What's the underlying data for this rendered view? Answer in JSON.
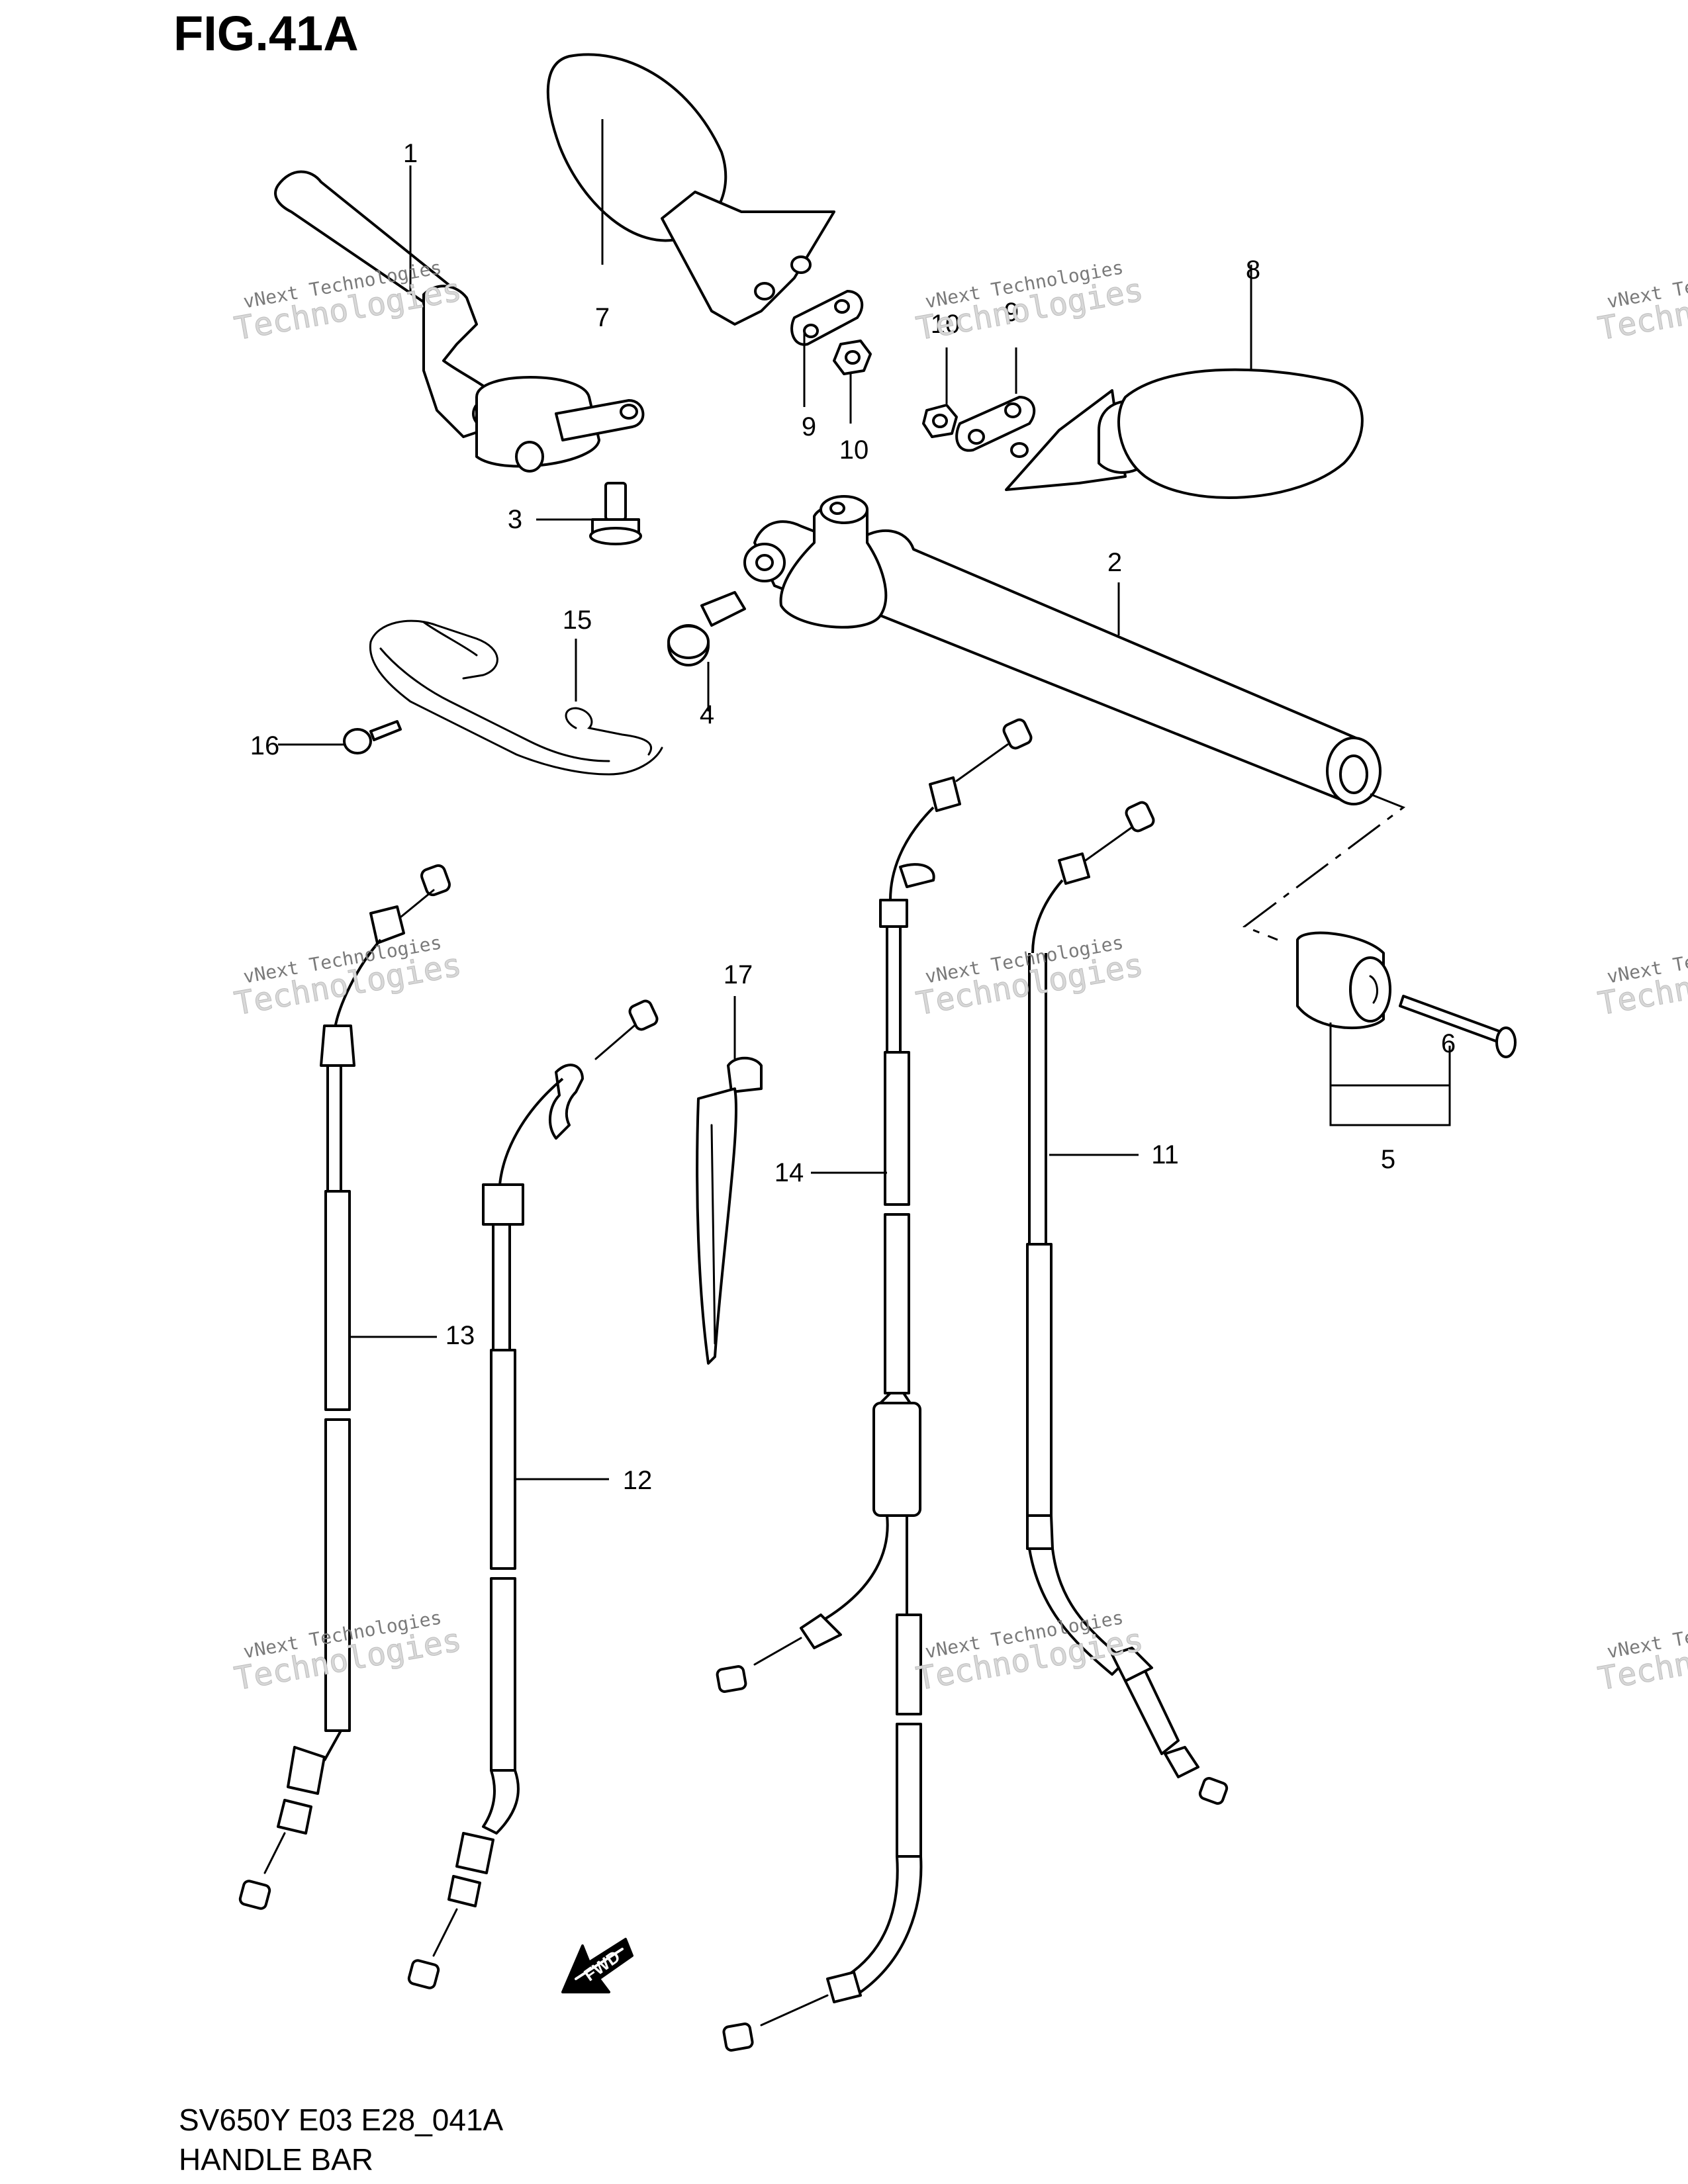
{
  "figure": {
    "title": "FIG.41A",
    "model_code": "SV650Y E03 E28_041A",
    "name": "HANDLE BAR"
  },
  "callouts": {
    "c1": "1",
    "c2": "2",
    "c3": "3",
    "c4": "4",
    "c5": "5",
    "c6": "6",
    "c7": "7",
    "c8": "8",
    "c9a": "9",
    "c9b": "9",
    "c10a": "10",
    "c10b": "10",
    "c11": "11",
    "c12": "12",
    "c13": "13",
    "c14": "14",
    "c15": "15",
    "c16": "16",
    "c17": "17"
  },
  "fwd_label": "FWD",
  "watermark": {
    "line1": "vNext Technologies",
    "line2": "Technologies",
    "line3": "vNext"
  }
}
